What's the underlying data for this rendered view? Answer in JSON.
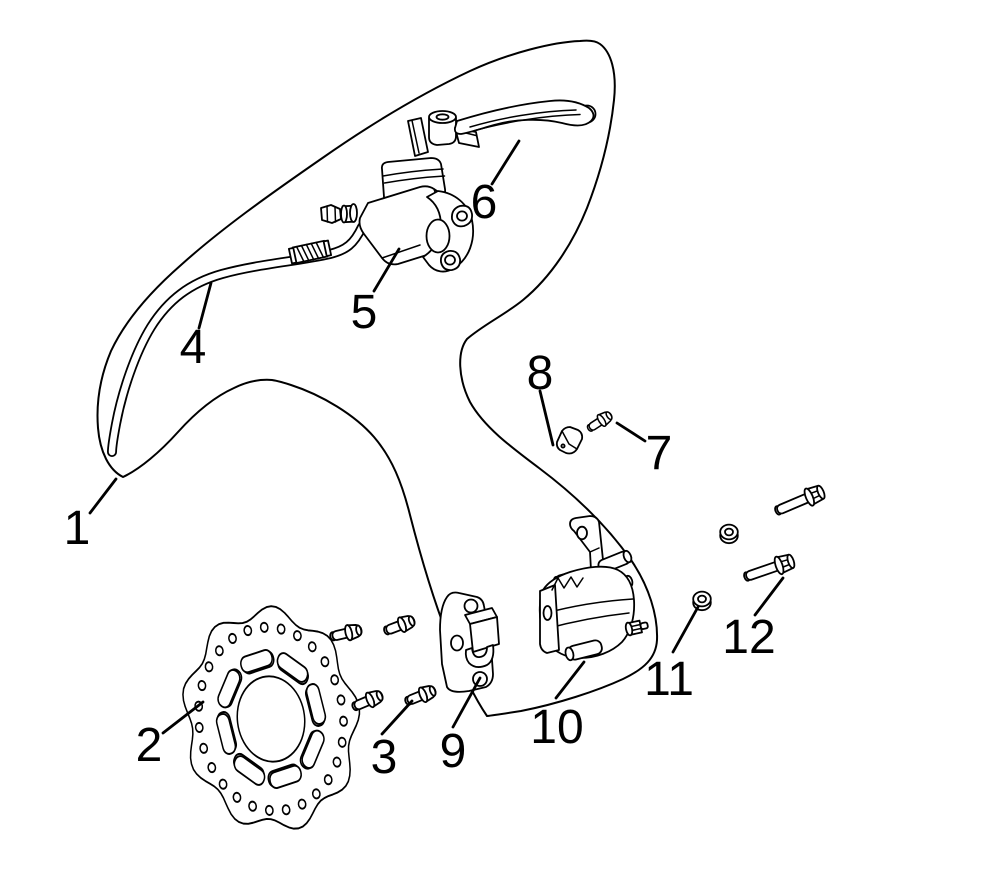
{
  "colors": {
    "background": "#ffffff",
    "line": "#000000"
  },
  "callouts": [
    {
      "text": "1"
    },
    {
      "text": "2"
    },
    {
      "text": "3"
    },
    {
      "text": "4"
    },
    {
      "text": "5"
    },
    {
      "text": "6"
    },
    {
      "text": "7"
    },
    {
      "text": "8"
    },
    {
      "text": "9"
    },
    {
      "text": "10"
    },
    {
      "text": "11"
    },
    {
      "text": "12"
    }
  ]
}
